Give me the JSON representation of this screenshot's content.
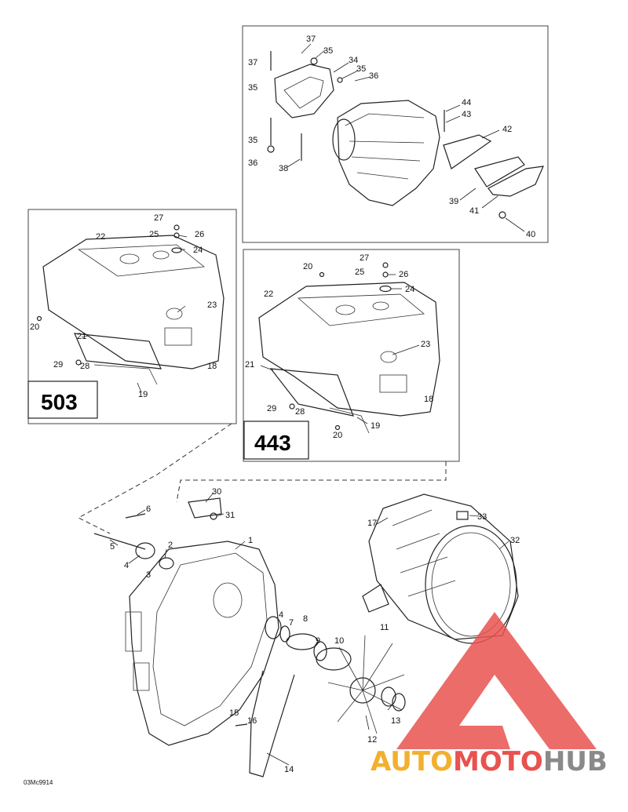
{
  "inset_503_label": "503",
  "inset_443_label": "443",
  "reference_code": "03Mc9914",
  "watermark": {
    "word_1": "AUTO",
    "word_2": "MOTO",
    "word_3": "HUB",
    "color_1": "#f2b02e",
    "color_2": "#e8524f",
    "color_3": "#8a8a8a"
  },
  "callouts": {
    "p1": "1",
    "p2": "2",
    "p3": "3",
    "p4a": "4",
    "p4b": "4",
    "p5": "5",
    "p6": "6",
    "p7": "7",
    "p8": "8",
    "p9": "9",
    "p10": "10",
    "p11": "11",
    "p12": "12",
    "p13": "13",
    "p14": "14",
    "p15": "15",
    "p16": "16",
    "p17": "17",
    "p30": "30",
    "p31": "31",
    "p32": "32",
    "p33": "33",
    "t34": "34",
    "t35a": "35",
    "t35b": "35",
    "t35c": "35",
    "t35d": "35",
    "t36a": "36",
    "t36b": "36",
    "t37a": "37",
    "t37b": "37",
    "t38": "38",
    "t39": "39",
    "t40": "40",
    "t41": "41",
    "t42": "42",
    "t43": "43",
    "t44": "44",
    "a18": "18",
    "a19": "19",
    "a20": "20",
    "a21": "21",
    "a22": "22",
    "a23": "23",
    "a24": "24",
    "a25": "25",
    "a26": "26",
    "a27": "27",
    "a28": "28",
    "a29": "29",
    "b18": "18",
    "b19": "19",
    "b20a": "20",
    "b20b": "20",
    "b21": "21",
    "b22": "22",
    "b23": "23",
    "b24": "24",
    "b25": "25",
    "b26": "26",
    "b27": "27",
    "b28": "28",
    "b29": "29"
  }
}
